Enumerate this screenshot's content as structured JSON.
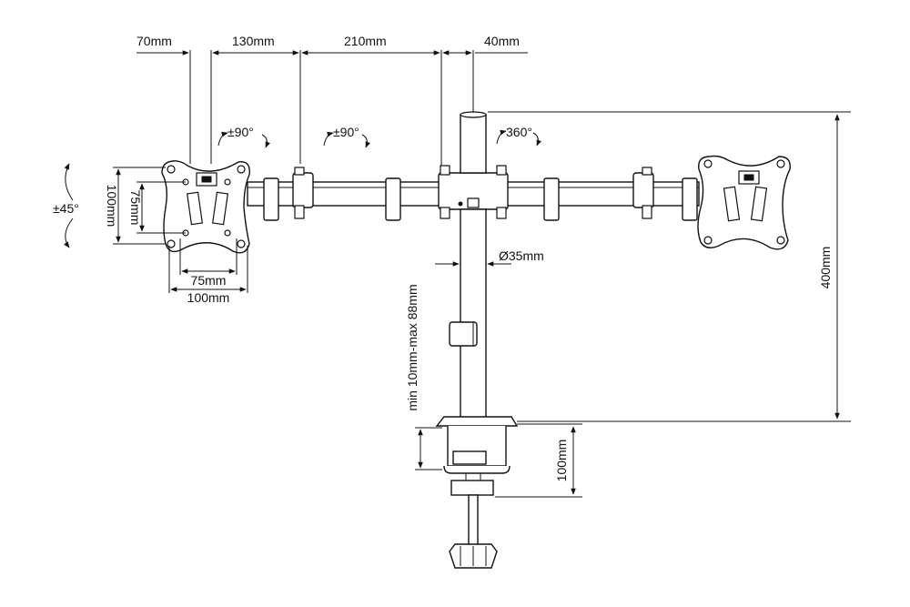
{
  "dimensions": {
    "d_70": "70mm",
    "d_130": "130mm",
    "d_210": "210mm",
    "d_40": "40mm",
    "d_400": "400mm",
    "d_pole": "Ø35mm",
    "d_desk": "min 10mm-max 88mm",
    "d_clamp": "100mm",
    "vesa_v_outer": "100mm",
    "vesa_v_inner": "75mm",
    "vesa_h_inner": "75mm",
    "vesa_h_outer": "100mm"
  },
  "rotations": {
    "tilt": "±45°",
    "swivel_head": "±90°",
    "swivel_arm": "±90°",
    "pole_rotation": "360°"
  }
}
